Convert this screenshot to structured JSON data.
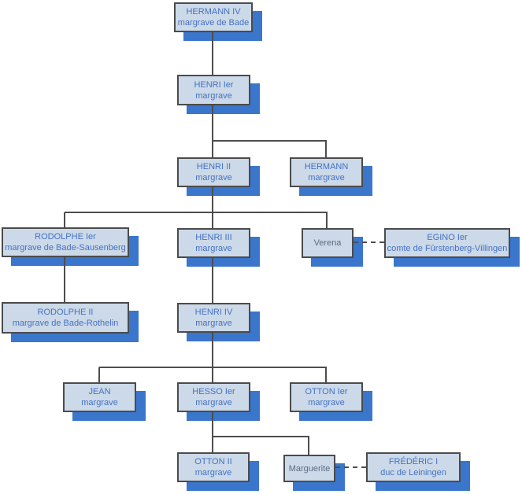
{
  "diagram": {
    "type": "family-tree",
    "nodes": [
      {
        "id": "hermann-iv",
        "line1": "HERMANN IV",
        "line2": "margrave de Bade",
        "style": "titled"
      },
      {
        "id": "henri-ier",
        "line1": "HENRI Ier",
        "line2": "margrave",
        "style": "titled"
      },
      {
        "id": "henri-ii",
        "line1": "HENRI II",
        "line2": "margrave",
        "style": "titled"
      },
      {
        "id": "hermann",
        "line1": "HERMANN",
        "line2": "margrave",
        "style": "titled"
      },
      {
        "id": "rodolphe-ier",
        "line1": "RODOLPHE Ier",
        "line2": "margrave de Bade-Sausenberg",
        "style": "titled"
      },
      {
        "id": "henri-iii",
        "line1": "HENRI III",
        "line2": "margrave",
        "style": "titled"
      },
      {
        "id": "verena",
        "line1": "Verena",
        "line2": "",
        "style": "plain"
      },
      {
        "id": "egino-ier",
        "line1": "EGINO Ier",
        "line2": "comte de Fûrstenberg-Villingen",
        "style": "titled"
      },
      {
        "id": "rodolphe-ii",
        "line1": "RODOLPHE II",
        "line2": "margrave de Bade-Rothelin",
        "style": "titled"
      },
      {
        "id": "henri-iv",
        "line1": "HENRI IV",
        "line2": "margrave",
        "style": "titled"
      },
      {
        "id": "jean",
        "line1": "JEAN",
        "line2": "margrave",
        "style": "titled"
      },
      {
        "id": "hesso-ier",
        "line1": "HESSO Ier",
        "line2": "margrave",
        "style": "titled"
      },
      {
        "id": "otton-ier",
        "line1": "OTTON Ier",
        "line2": "margrave",
        "style": "titled"
      },
      {
        "id": "otton-ii",
        "line1": "OTTON II",
        "line2": "margrave",
        "style": "titled"
      },
      {
        "id": "marguerite",
        "line1": "Marguerite",
        "line2": "",
        "style": "plain"
      },
      {
        "id": "frederic-i",
        "line1": "FRÉDÉRIC I",
        "line2": "duc de Leiningen",
        "style": "titled"
      }
    ],
    "edges": [
      {
        "from": "hermann-iv",
        "to": "henri-ier",
        "type": "descent"
      },
      {
        "from": "henri-ier",
        "to": "henri-ii",
        "type": "descent"
      },
      {
        "from": "henri-ier",
        "to": "hermann",
        "type": "descent"
      },
      {
        "from": "henri-ii",
        "to": "rodolphe-ier",
        "type": "descent"
      },
      {
        "from": "henri-ii",
        "to": "henri-iii",
        "type": "descent"
      },
      {
        "from": "henri-ii",
        "to": "verena",
        "type": "descent"
      },
      {
        "from": "verena",
        "to": "egino-ier",
        "type": "union"
      },
      {
        "from": "rodolphe-ier",
        "to": "rodolphe-ii",
        "type": "descent"
      },
      {
        "from": "henri-iii",
        "to": "henri-iv",
        "type": "descent"
      },
      {
        "from": "henri-iv",
        "to": "jean",
        "type": "descent"
      },
      {
        "from": "henri-iv",
        "to": "hesso-ier",
        "type": "descent"
      },
      {
        "from": "henri-iv",
        "to": "otton-ier",
        "type": "descent"
      },
      {
        "from": "hesso-ier",
        "to": "otton-ii",
        "type": "descent"
      },
      {
        "from": "hesso-ier",
        "to": "marguerite",
        "type": "descent"
      },
      {
        "from": "marguerite",
        "to": "frederic-i",
        "type": "union"
      }
    ],
    "colors": {
      "box_fill": "#ccd9e8",
      "box_border": "#4b4b4b",
      "box_shadow": "#3a76cc",
      "name_text": "#4472c4",
      "plain_name_text": "#5d6b85",
      "connector": "#4d4d4d",
      "background": "#ffffff"
    }
  }
}
